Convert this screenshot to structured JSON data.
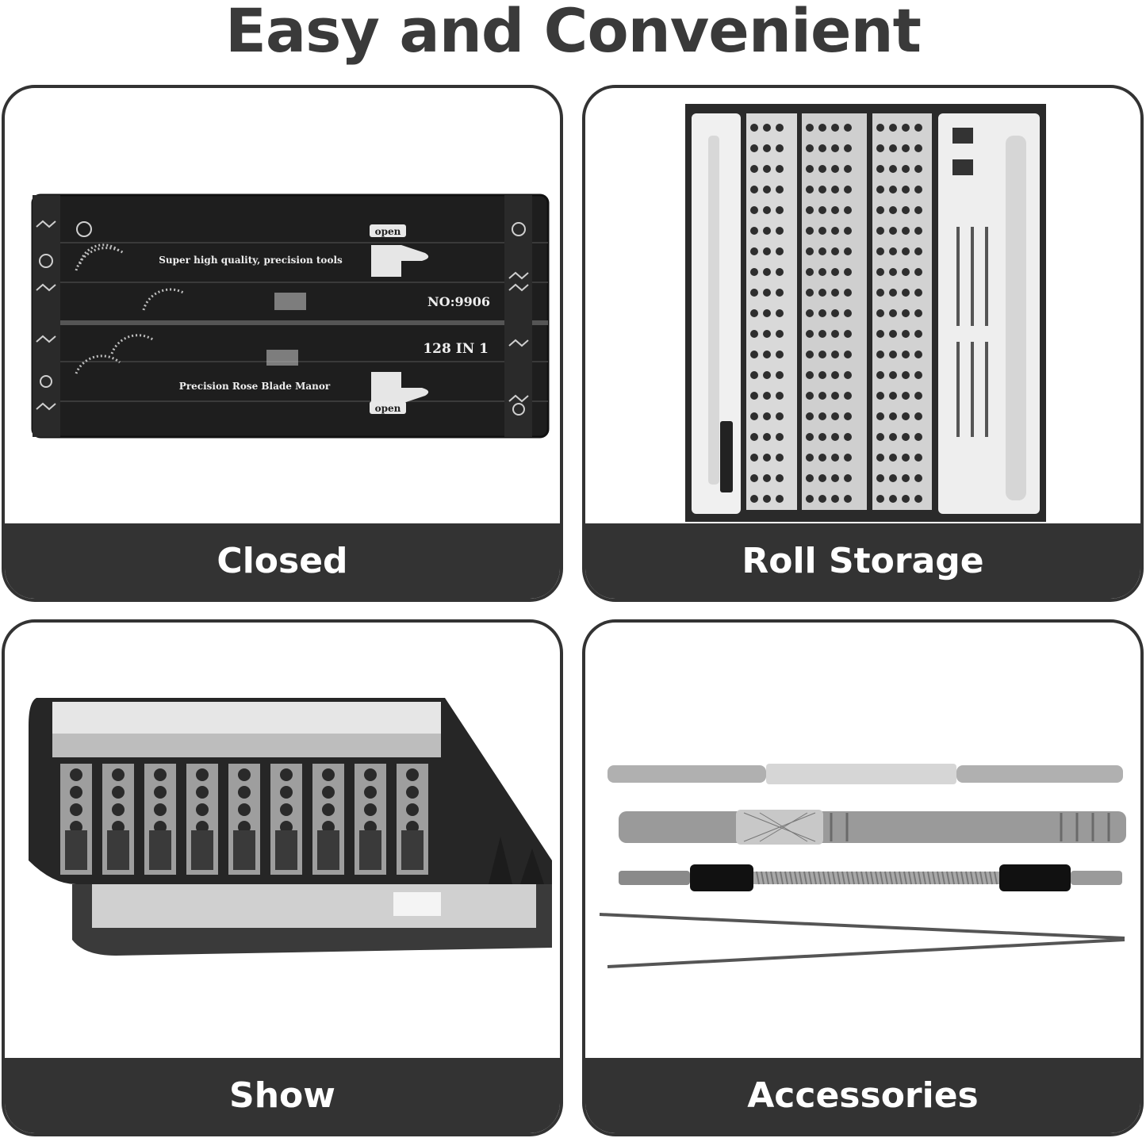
{
  "header": {
    "title": "Easy and Convenient"
  },
  "panels": [
    {
      "caption": "Closed",
      "case_text": {
        "open_tab": "open",
        "tagline": "Super high quality, precision tools",
        "model": "NO:9906",
        "count": "128 IN 1",
        "brand": "Precision Rose Blade Manor"
      }
    },
    {
      "caption": "Roll Storage"
    },
    {
      "caption": "Show"
    },
    {
      "caption": "Accessories"
    }
  ],
  "colors": {
    "frame": "#333333",
    "caption_bg": "#333333",
    "caption_text": "#ffffff",
    "title_text": "#3a3a3a"
  }
}
